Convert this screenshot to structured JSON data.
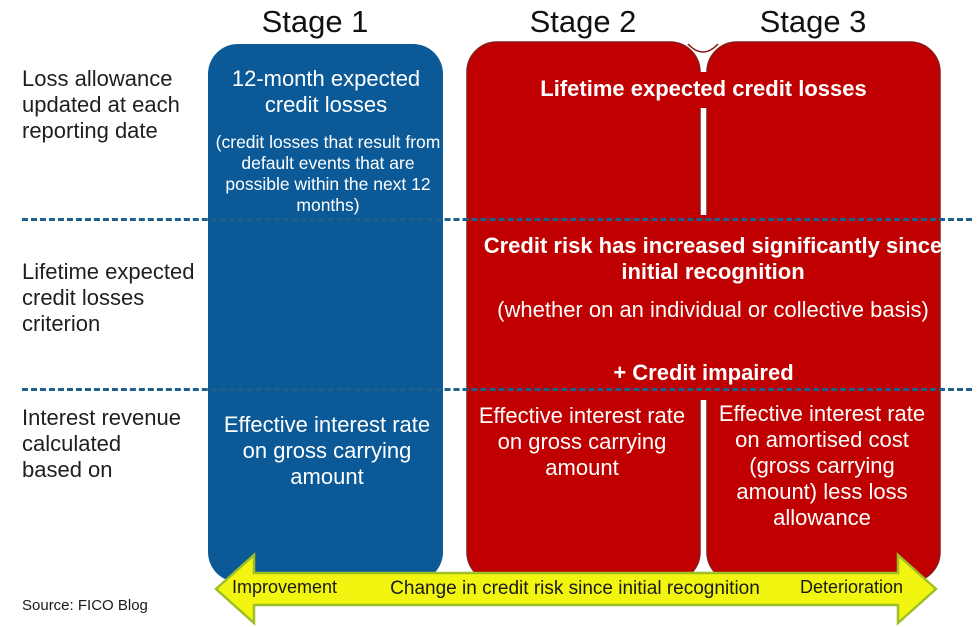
{
  "colors": {
    "stage1_box": "#0b5a97",
    "stage23_box": "#c00000",
    "dashed_line": "#1f5f8b",
    "arrow_fill": "#f1f510",
    "arrow_stroke": "#9fbf26"
  },
  "stages": [
    "Stage 1",
    "Stage 2",
    "Stage 3"
  ],
  "rows": {
    "loss_allowance": "Loss allowance updated at each reporting date",
    "criterion": "Lifetime expected credit losses criterion",
    "interest": "Interest revenue calculated based on"
  },
  "stage1": {
    "loss_title": "12-month expected credit losses",
    "loss_note": "(credit losses that result from default events that are possible within the next 12 months)",
    "interest": "Effective interest rate on gross carrying amount"
  },
  "stage23": {
    "loss_title": "Lifetime expected credit losses",
    "criterion_title": "Credit risk has increased significantly since initial recognition",
    "criterion_note": "(whether on an individual or collective basis)",
    "credit_impaired": "+ Credit impaired"
  },
  "stage2": {
    "interest": "Effective interest rate on gross carrying amount"
  },
  "stage3": {
    "interest": "Effective interest rate on amortised cost (gross carrying amount) less loss allowance"
  },
  "arrow": {
    "left_label": "Improvement",
    "center_label": "Change in credit risk since initial recognition",
    "right_label": "Deterioration"
  },
  "source": "Source: FICO Blog"
}
